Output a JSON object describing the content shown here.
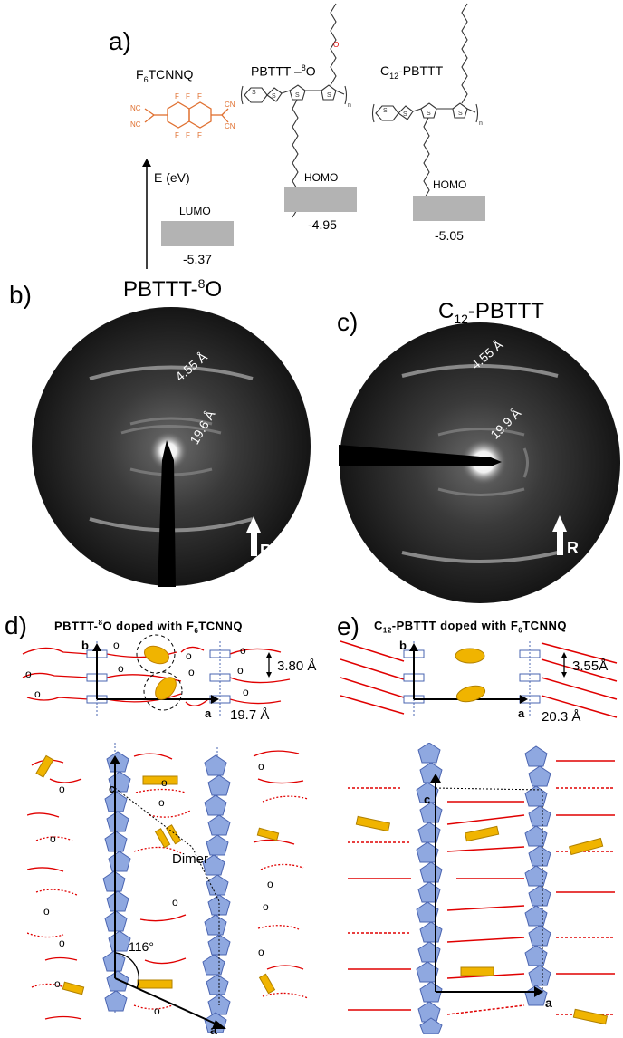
{
  "panel_a": {
    "letter": "a)",
    "f6_base": "F",
    "f6_sub": "6",
    "f6_rest": "TCNNQ",
    "pbttt8o_base": "PBTTT –",
    "pbttt8o_sup": "8",
    "pbttt8o_rest": "O",
    "c12_base": "C",
    "c12_sub": "12",
    "c12_rest": "-PBTTT",
    "axis_label": "E (eV)",
    "lumo_label": "LUMO",
    "lumo_value": "-5.37",
    "homo1_label": "HOMO",
    "homo1_value": "-4.95",
    "homo2_label": "HOMO",
    "homo2_value": "-5.05",
    "mol_atoms": {
      "nc": "NC",
      "cn": "CN",
      "f": "F",
      "s": "S",
      "o": "O",
      "n": "n"
    }
  },
  "panel_b": {
    "letter": "b)",
    "title_base": "PBTTT-",
    "title_sup": "8",
    "title_rest": "O",
    "ring_outer": "4.55 Å",
    "ring_inner": "19.6 Å",
    "arrow_label": "R"
  },
  "panel_c": {
    "letter": "c)",
    "title_base": "C",
    "title_sub": "12",
    "title_rest": "-PBTTT",
    "ring_outer": "4.55 Å",
    "ring_inner": "19.9 Å",
    "arrow_label": "R"
  },
  "panel_d": {
    "letter": "d)",
    "caption_a": "PBTTT-",
    "caption_sup": "8",
    "caption_b": "O doped with F",
    "caption_sub": "6",
    "caption_c": "TCNNQ",
    "spacing_stack": "3.80 Å",
    "spacing_lamellar": "19.7 Å",
    "axis_b": "b",
    "axis_a": "a",
    "axis_c": "c",
    "axis_a2": "a",
    "oxygen": "o",
    "dimer": "Dimer",
    "angle": "116°"
  },
  "panel_e": {
    "letter": "e)",
    "caption_a": "C",
    "caption_sub": "12",
    "caption_b": "-PBTTT   doped with F",
    "caption_sub2": "6",
    "caption_c": "TCNNQ",
    "spacing_stack": "3.55Å",
    "spacing_lamellar": "20.3 Å",
    "axis_b": "b",
    "axis_a": "a",
    "axis_c": "c",
    "axis_a2": "a"
  },
  "colors": {
    "red": "#e00000",
    "blue": "#8fa8e0",
    "blue_edge": "#4a64b0",
    "orange": "#f0b400",
    "gray": "#b3b3b3",
    "mol_orange": "#e07030"
  }
}
